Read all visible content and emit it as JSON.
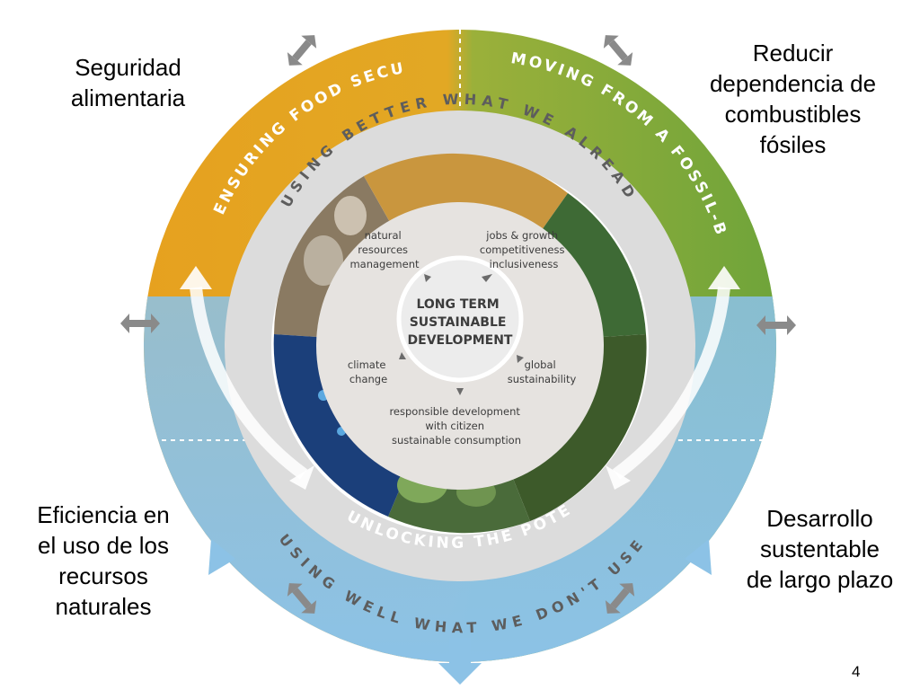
{
  "labels": {
    "top_left": "Seguridad alimentaria",
    "top_right": "Reducir dependencia de combustibles fósiles",
    "bottom_left": "Eficiencia en el uso de los recursos naturales",
    "bottom_right": "Desarrollo sustentable de largo plazo"
  },
  "page_number": "4",
  "diagram": {
    "ring_food": "ENSURING FOOD SECURITY",
    "ring_bioeconomy": "MOVING FROM A FOSSIL-BASED ECONOMY TO A BIOECONOMY",
    "ring_seas": "UNLOCKING THE POTENTIAL OF SEAS & OCEANS",
    "inner_top": "USING BETTER WHAT WE ALREADY USE",
    "inner_bottom": "USING WELL WHAT WE DON'T USE YET",
    "center_line1": "LONG TERM",
    "center_line2": "SUSTAINABLE",
    "center_line3": "DEVELOPMENT",
    "natural_resources": [
      "natural",
      "resources",
      "management"
    ],
    "jobs_growth": [
      "jobs & growth",
      "competitiveness",
      "inclusiveness"
    ],
    "climate_change": [
      "climate",
      "change"
    ],
    "global_sustainability": [
      "global",
      "sustainability"
    ],
    "responsible_development": [
      "responsible development",
      "with citizen",
      "sustainable consumption"
    ]
  },
  "colors": {
    "food_orange": "#e6a11f",
    "bioeconomy_green": "#7ba83a",
    "seas_blue": "#8cc2e6",
    "grey_ring": "#dcdcdc",
    "arrow_grey": "#8a8a8a"
  }
}
